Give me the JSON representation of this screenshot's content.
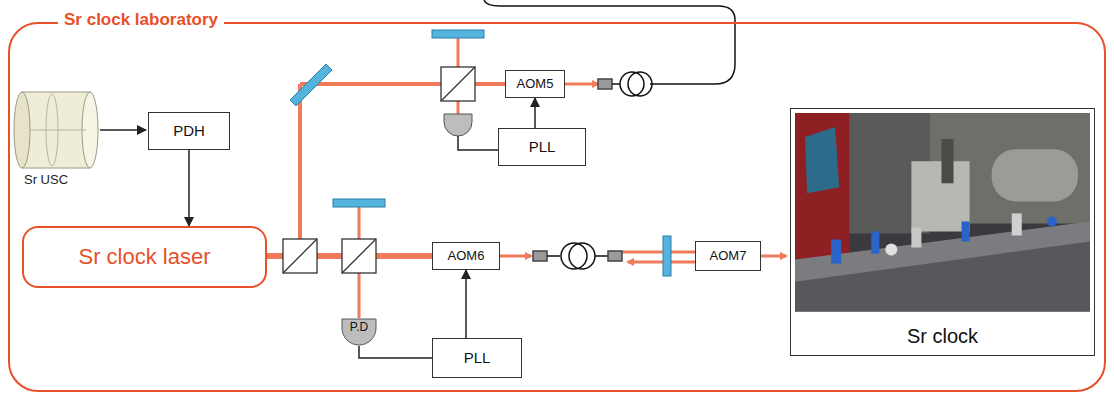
{
  "diagram": {
    "nodes": [
      {
        "text": [
          "Sr clock laboratory"
        ]
      },
      {
        "text": [
          "PDH"
        ],
        "in": 0
      },
      {
        "text": [
          "Sr clock laser"
        ],
        "in": 0
      },
      {
        "text": [
          "AOM5"
        ],
        "in": 0
      },
      {
        "text": [
          "PLL"
        ],
        "in": 0
      },
      {
        "text": [
          "AOM6"
        ],
        "in": 0
      },
      {
        "text": [
          "P.D"
        ],
        "in": 0
      },
      {
        "text": [
          "PLL"
        ],
        "in": 0
      },
      {
        "text": [
          "AOM7"
        ],
        "in": 0
      },
      {
        "text": [
          "Sr clock"
        ],
        "in": 0
      }
    ],
    "edges": [
      {
        "from": 1,
        "to": 2,
        "arrow": "to"
      },
      {
        "from": 4,
        "to": 3,
        "arrow": "to"
      },
      {
        "from": 7,
        "to": 5,
        "arrow": "to"
      },
      {
        "from": 6,
        "to": 7,
        "arrow": "none"
      }
    ],
    "labels": [
      "Sr USC"
    ]
  }
}
